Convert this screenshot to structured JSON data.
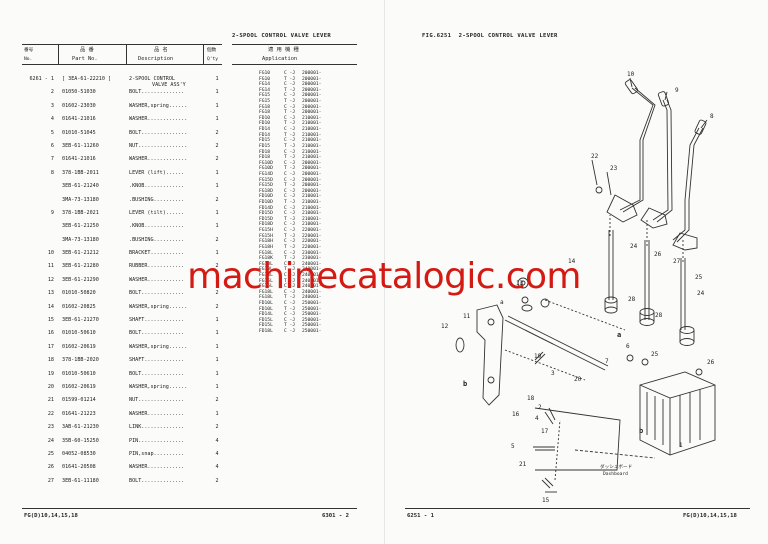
{
  "left": {
    "title": "2-SPOOL CONTROL VALVE LEVER",
    "headers": {
      "no_jp": "番号",
      "no_en": "No.",
      "part_jp": "品 番",
      "part_en": "Part No.",
      "desc_jp": "品 名",
      "desc_en": "Description",
      "qty_jp": "個数",
      "qty_en": "Q'ty",
      "app_jp": "適 用 機 種",
      "app_en": "Application"
    },
    "rows": [
      {
        "no": "6261 - 1",
        "part": "[ 3EA-61-22210 ]",
        "desc": "2-SPOOL CONTROL",
        "desc2": "VALVE ASS'Y",
        "qty": "1"
      },
      {
        "no": "2",
        "part": "01050-51030",
        "desc": "BOLT..............",
        "qty": "1"
      },
      {
        "no": "3",
        "part": "01602-23030",
        "desc": "WASHER,spring......",
        "qty": "1"
      },
      {
        "no": "4",
        "part": "01641-21016",
        "desc": "WASHER.............",
        "qty": "1"
      },
      {
        "no": "5",
        "part": "01010-51045",
        "desc": "BOLT...............",
        "qty": "2"
      },
      {
        "no": "6",
        "part": "3EB-61-11260",
        "desc": "NUT................",
        "qty": "2"
      },
      {
        "no": "7",
        "part": "01641-21016",
        "desc": "WASHER.............",
        "qty": "2"
      },
      {
        "no": "8",
        "part": "378-1BB-2011",
        "desc": "LEVER (lift)......",
        "qty": "1"
      },
      {
        "no": "",
        "part": "3EB-61-21240",
        "desc": ".KNOB.............",
        "qty": "1"
      },
      {
        "no": "",
        "part": "3MA-73-13180",
        "desc": ".BUSHING..........",
        "qty": "2"
      },
      {
        "no": "9",
        "part": "378-1BB-2021",
        "desc": "LEVER (tilt)......",
        "qty": "1"
      },
      {
        "no": "",
        "part": "3EB-61-21250",
        "desc": ".KNOB.............",
        "qty": "1"
      },
      {
        "no": "",
        "part": "3MA-73-13180",
        "desc": ".BUSHING..........",
        "qty": "2"
      },
      {
        "no": "10",
        "part": "3EB-61-21212",
        "desc": "BRACKET...........",
        "qty": "1"
      },
      {
        "no": "11",
        "part": "3EB-61-21280",
        "desc": "RUBBER............",
        "qty": "2"
      },
      {
        "no": "12",
        "part": "3EB-61-21290",
        "desc": "WASHER............",
        "qty": "2"
      },
      {
        "no": "13",
        "part": "01010-50820",
        "desc": "BOLT..............",
        "qty": "2"
      },
      {
        "no": "14",
        "part": "01602-20825",
        "desc": "WASHER,spring......",
        "qty": "2"
      },
      {
        "no": "15",
        "part": "3EB-61-21270",
        "desc": "SHAFT.............",
        "qty": "1"
      },
      {
        "no": "16",
        "part": "01010-50610",
        "desc": "BOLT..............",
        "qty": "1"
      },
      {
        "no": "17",
        "part": "01602-20619",
        "desc": "WASHER,spring......",
        "qty": "1"
      },
      {
        "no": "18",
        "part": "378-1BB-2020",
        "desc": "SHAFT.............",
        "qty": "1"
      },
      {
        "no": "19",
        "part": "01010-50610",
        "desc": "BOLT..............",
        "qty": "1"
      },
      {
        "no": "20",
        "part": "01602-20619",
        "desc": "WASHER,spring......",
        "qty": "1"
      },
      {
        "no": "21",
        "part": "01599-01214",
        "desc": "NUT...............",
        "qty": "2"
      },
      {
        "no": "22",
        "part": "01641-21223",
        "desc": "WASHER............",
        "qty": "1"
      },
      {
        "no": "23",
        "part": "3AB-61-21230",
        "desc": "LINK..............",
        "qty": "2"
      },
      {
        "no": "24",
        "part": "35B-60-15250",
        "desc": "PIN...............",
        "qty": "4"
      },
      {
        "no": "25",
        "part": "04052-08530",
        "desc": "PIN,snap..........",
        "qty": "4"
      },
      {
        "no": "26",
        "part": "01641-20508",
        "desc": "WASHER............",
        "qty": "4"
      },
      {
        "no": "27",
        "part": "3EB-61-11180",
        "desc": "BOLT..............",
        "qty": "2"
      }
    ],
    "applications": [
      {
        "model": "FG10",
        "cat": "C -J",
        "serial": "200001-"
      },
      {
        "model": "FG10",
        "cat": "T -J",
        "serial": "200001-"
      },
      {
        "model": "FG14",
        "cat": "C -J",
        "serial": "200001-"
      },
      {
        "model": "FG14",
        "cat": "T -J",
        "serial": "200001-"
      },
      {
        "model": "FG15",
        "cat": "C -J",
        "serial": "200001-"
      },
      {
        "model": "FG15",
        "cat": "T -J",
        "serial": "200001-"
      },
      {
        "model": "FG18",
        "cat": "C -J",
        "serial": "200001-"
      },
      {
        "model": "FG18",
        "cat": "T -J",
        "serial": "200001-"
      },
      {
        "model": "FD10",
        "cat": "C -J",
        "serial": "210001-"
      },
      {
        "model": "FD10",
        "cat": "T -J",
        "serial": "210001-"
      },
      {
        "model": "FD14",
        "cat": "C -J",
        "serial": "210001-"
      },
      {
        "model": "FD14",
        "cat": "T -J",
        "serial": "210001-"
      },
      {
        "model": "FD15",
        "cat": "C -J",
        "serial": "210001-"
      },
      {
        "model": "FD15",
        "cat": "T -J",
        "serial": "210001-"
      },
      {
        "model": "FD18",
        "cat": "C -J",
        "serial": "210001-"
      },
      {
        "model": "FD18",
        "cat": "T -J",
        "serial": "210001-"
      },
      {
        "model": "FG10D",
        "cat": "C -J",
        "serial": "200001-"
      },
      {
        "model": "FG10D",
        "cat": "T -J",
        "serial": "200001-"
      },
      {
        "model": "FG14D",
        "cat": "C -J",
        "serial": "200001-"
      },
      {
        "model": "FG15D",
        "cat": "C -J",
        "serial": "200001-"
      },
      {
        "model": "FG15D",
        "cat": "T -J",
        "serial": "200001-"
      },
      {
        "model": "FG18D",
        "cat": "C -J",
        "serial": "200001-"
      },
      {
        "model": "FD10D",
        "cat": "C -J",
        "serial": "210001-"
      },
      {
        "model": "FD10D",
        "cat": "T -J",
        "serial": "210001-"
      },
      {
        "model": "FD14D",
        "cat": "C -J",
        "serial": "210001-"
      },
      {
        "model": "FD15D",
        "cat": "C -J",
        "serial": "210001-"
      },
      {
        "model": "FD15D",
        "cat": "T -J",
        "serial": "210001-"
      },
      {
        "model": "FD18D",
        "cat": "C -J",
        "serial": "210001-"
      },
      {
        "model": "FG15H",
        "cat": "C -J",
        "serial": "220001-"
      },
      {
        "model": "FG15H",
        "cat": "T -J",
        "serial": "220001-"
      },
      {
        "model": "FG18H",
        "cat": "C -J",
        "serial": "220001-"
      },
      {
        "model": "FG18H",
        "cat": "T -J",
        "serial": "220001-"
      },
      {
        "model": "FG18L",
        "cat": "C -J",
        "serial": "230001-"
      },
      {
        "model": "FG18K",
        "cat": "T -J",
        "serial": "230001-"
      },
      {
        "model": "FG10L",
        "cat": "C -J",
        "serial": "240001-"
      },
      {
        "model": "FG10L",
        "cat": "T -J",
        "serial": "240001-"
      },
      {
        "model": "FG14L",
        "cat": "C -J",
        "serial": "240001-"
      },
      {
        "model": "FG15L",
        "cat": "T -J",
        "serial": "240001-"
      },
      {
        "model": "FG15L",
        "cat": "C -J",
        "serial": "240001-"
      },
      {
        "model": "FG18L",
        "cat": "C -J",
        "serial": "240001-"
      },
      {
        "model": "FG18L",
        "cat": "T -J",
        "serial": "240001-"
      },
      {
        "model": "FD10L",
        "cat": "C -J",
        "serial": "250001-"
      },
      {
        "model": "FD10L",
        "cat": "T -J",
        "serial": "250001-"
      },
      {
        "model": "FD14L",
        "cat": "C -J",
        "serial": "250001-"
      },
      {
        "model": "FD15L",
        "cat": "C -J",
        "serial": "250001-"
      },
      {
        "model": "FD15L",
        "cat": "T -J",
        "serial": "250001-"
      },
      {
        "model": "FD18L",
        "cat": "C -J",
        "serial": "250001-"
      }
    ],
    "footer_left": "FG(D)10,14,15,18",
    "footer_right": "6301 - 2"
  },
  "right": {
    "title": "FIG.6251  2-SPOOL CONTROL VALVE LEVER",
    "dashboard_jp": "ダッシュボード",
    "dashboard_en": "Dashboard",
    "footer_left": "6251 - 1",
    "footer_right": "FG(D)10,14,15,18",
    "callouts": [
      "10",
      "9",
      "8",
      "22",
      "23",
      "24",
      "26",
      "27",
      "25",
      "24",
      "28",
      "28",
      "14",
      "13",
      "a",
      "11",
      "12",
      "19",
      "7",
      "6",
      "25",
      "26",
      "20",
      "3",
      "b",
      "16",
      "18",
      "2",
      "4",
      "17",
      "b",
      "1",
      "5",
      "21",
      "15",
      "a"
    ]
  },
  "watermark": "machinecatalogic.com"
}
